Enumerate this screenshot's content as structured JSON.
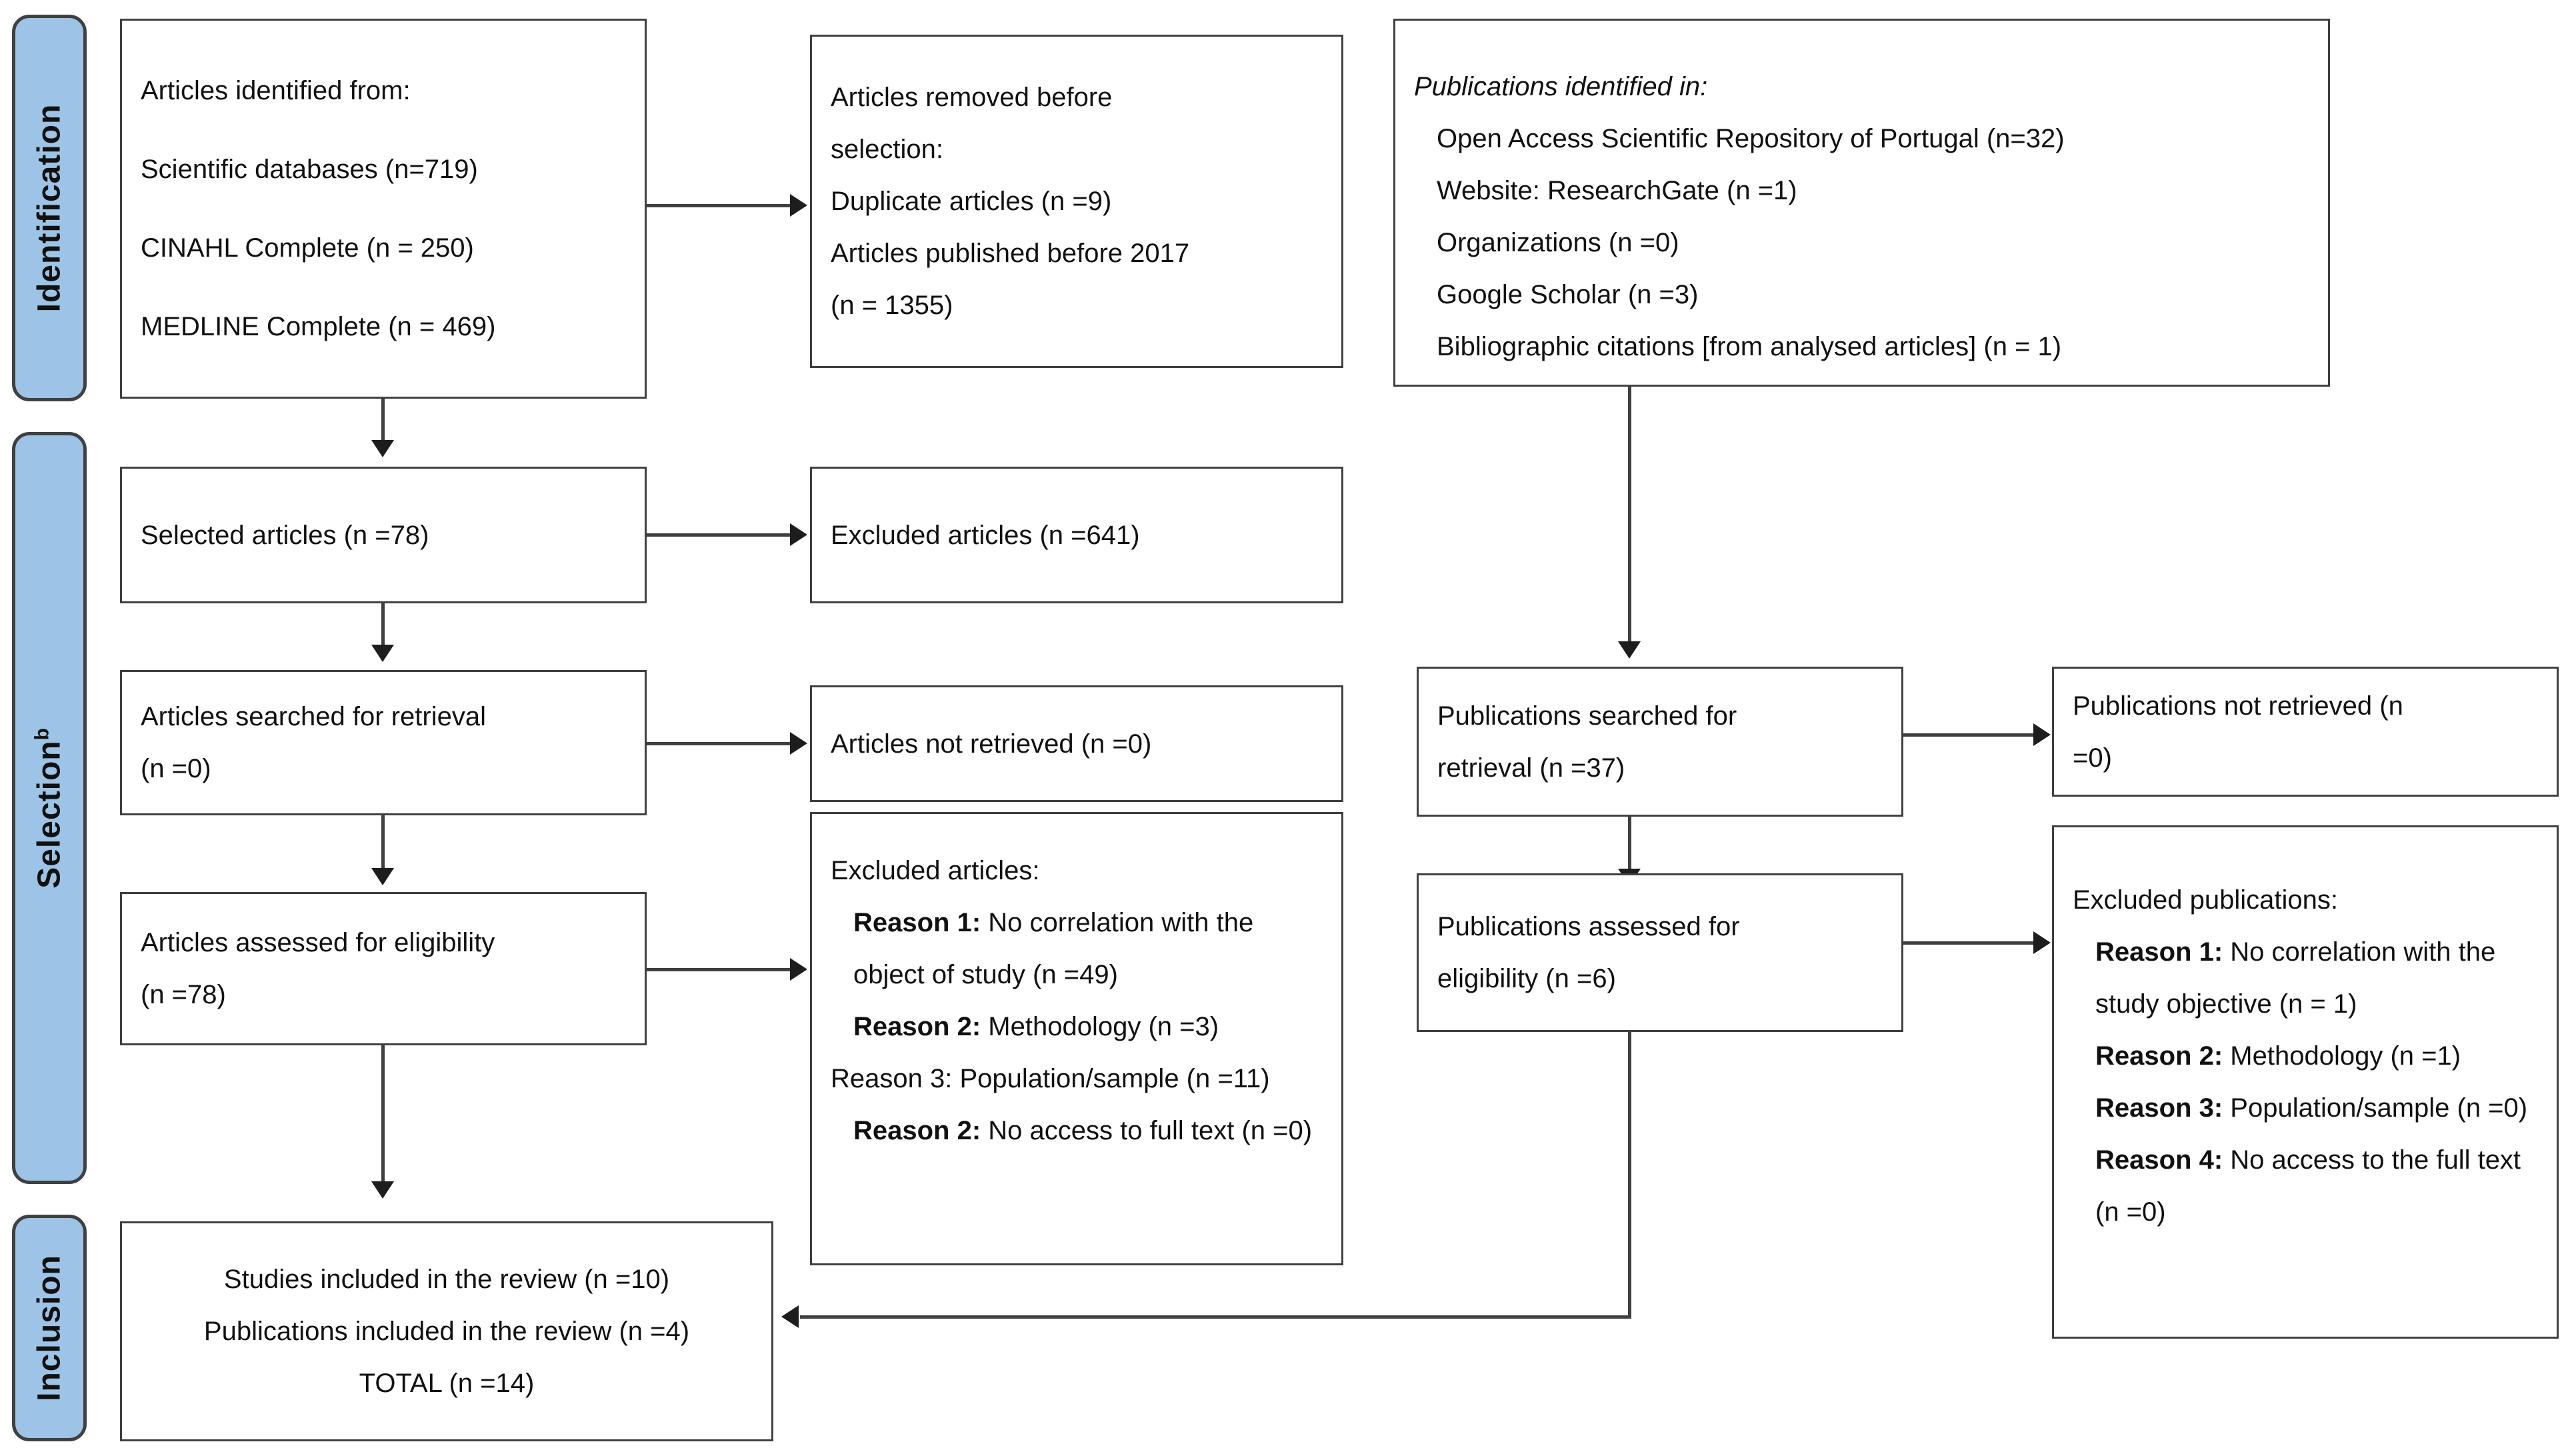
{
  "diagram": {
    "title": "PRISMA flow diagram",
    "accent_blue": "#9DC3E6",
    "border_gray": "#3F3F3F"
  },
  "rails": [
    {
      "id": "identification",
      "label": "Identification",
      "sup": ""
    },
    {
      "id": "selection",
      "label": "Selection",
      "sup": "b"
    },
    {
      "id": "inclusion",
      "label": "Inclusion",
      "sup": ""
    }
  ],
  "nodes": {
    "articles_identified": {
      "lines": [
        "Articles identified from:",
        "Scientific databases (n=719)",
        "CINAHL Complete (n = 250)",
        "MEDLINE Complete (n = 469)"
      ]
    },
    "articles_removed": {
      "lines": [
        "Articles removed before",
        "selection:",
        "Duplicate articles (n =9)",
        "Articles published before 2017",
        "(n = 1355)"
      ]
    },
    "publications_identified": {
      "header": "Publications identified in:",
      "lines": [
        "Open Access Scientific Repository of Portugal (n=32)",
        "Website: ResearchGate (n =1)",
        "Organizations (n =0)",
        "Google Scholar (n =3)",
        "Bibliographic citations [from analysed articles] (n = 1)"
      ]
    },
    "selected_articles": {
      "lines": [
        "Selected articles (n =78)"
      ]
    },
    "excluded_articles": {
      "lines": [
        "Excluded articles (n =641)"
      ]
    },
    "articles_searched": {
      "lines": [
        "Articles searched for retrieval",
        "(n =0)"
      ]
    },
    "articles_not_retrieved": {
      "lines": [
        "Articles not retrieved (n =0)"
      ]
    },
    "publications_searched": {
      "lines": [
        "Publications searched for",
        "retrieval (n =37)"
      ]
    },
    "publications_not_retrieved": {
      "lines": [
        "Publications not retrieved (n",
        "=0)"
      ]
    },
    "articles_assessed": {
      "lines": [
        "Articles assessed for eligibility",
        "(n =78)"
      ]
    },
    "excluded_articles_reasons": {
      "header": "Excluded articles:",
      "items": [
        {
          "label": "Reason 1:",
          "bold": true,
          "text": " No correlation with the object of study (n =49)"
        },
        {
          "label": "Reason 2:",
          "bold": true,
          "text": " Methodology (n =3)"
        },
        {
          "label": "Reason 3:",
          "bold": false,
          "text": " Population/sample (n =11)"
        },
        {
          "label": "Reason 2:",
          "bold": true,
          "text": " No access to full text (n =0)"
        }
      ]
    },
    "publications_assessed": {
      "lines": [
        "Publications assessed for",
        "eligibility (n =6)"
      ]
    },
    "excluded_publications_reasons": {
      "header": "Excluded publications:",
      "items": [
        {
          "label": "Reason 1:",
          "bold": true,
          "text": " No correlation with the study objective (n = 1)"
        },
        {
          "label": "Reason 2:",
          "bold": true,
          "text": " Methodology (n =1)"
        },
        {
          "label": "Reason 3:",
          "bold": true,
          "text": " Population/sample (n =0)"
        },
        {
          "label": "Reason 4:",
          "bold": true,
          "text": " No access to the full text (n =0)"
        }
      ]
    },
    "included_total": {
      "lines": [
        "Studies included in the review (n =10)",
        "Publications included in the review (n =4)",
        "TOTAL (n =14)"
      ]
    }
  }
}
